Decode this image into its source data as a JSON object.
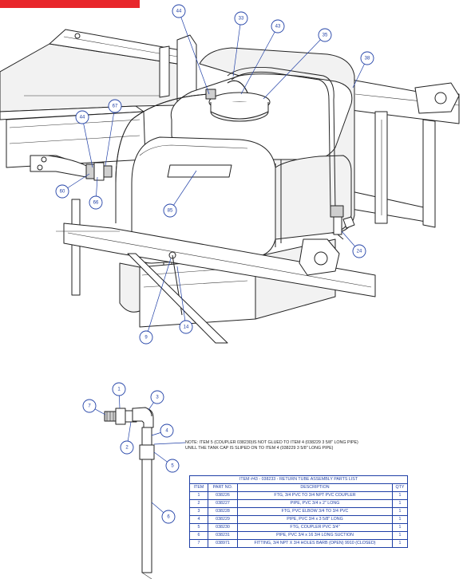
{
  "balloons_top": [
    "44",
    "33",
    "43",
    "35",
    "38",
    "67",
    "44",
    "60",
    "66",
    "85",
    "24",
    "9",
    "14"
  ],
  "balloons_bottom": [
    "1",
    "3",
    "7",
    "4",
    "2",
    "5",
    "6"
  ],
  "note": {
    "line1": "NOTE: ITEM 5 (COUPLER 038230)IS NOT GLUED TO ITEM 4 (038229 3 5/8\" LONG PIPE)",
    "line2": "UNILL THE TANK CAP IS SLIPED ON TO ITEM 4  (038229 3 5/8\" LONG PIPE)"
  },
  "table": {
    "title": "ITEM #43 - 038233 - RETURN TUBE ASSEMBLY PARTS LIST",
    "headers": [
      "ITEM",
      "PART NO.",
      "DESCRIPTION",
      "QTY"
    ],
    "rows": [
      [
        "1",
        "038226",
        "FTG, 3/4 PVC TO 3/4 NPT PVC COUPLER",
        "1"
      ],
      [
        "2",
        "038227",
        "PIPE, PVC 3/4 x 2\" LONG",
        "1"
      ],
      [
        "3",
        "038228",
        "FTG, PVC ELBOW 3/4 TO 3/4 PVC",
        "1"
      ],
      [
        "4",
        "038229",
        "PIPE, PVC 3/4 x 3 5/8\" LONG",
        "1"
      ],
      [
        "5",
        "038230",
        "FTG, COUPLER PVC 3/4\"",
        "1"
      ],
      [
        "6",
        "038231",
        "PIPE, PVC 3/4 x 16 3/4 LONG SUCTION",
        "1"
      ],
      [
        "7",
        "038971",
        "FITTING, 3/4 NPT X 3/4 HOLES BARB (OPEN) 9910 (CLOSED)",
        "1"
      ]
    ]
  },
  "colors": {
    "accent": "#e8262b",
    "callout": "#1f3fa6",
    "ink": "#222222"
  }
}
